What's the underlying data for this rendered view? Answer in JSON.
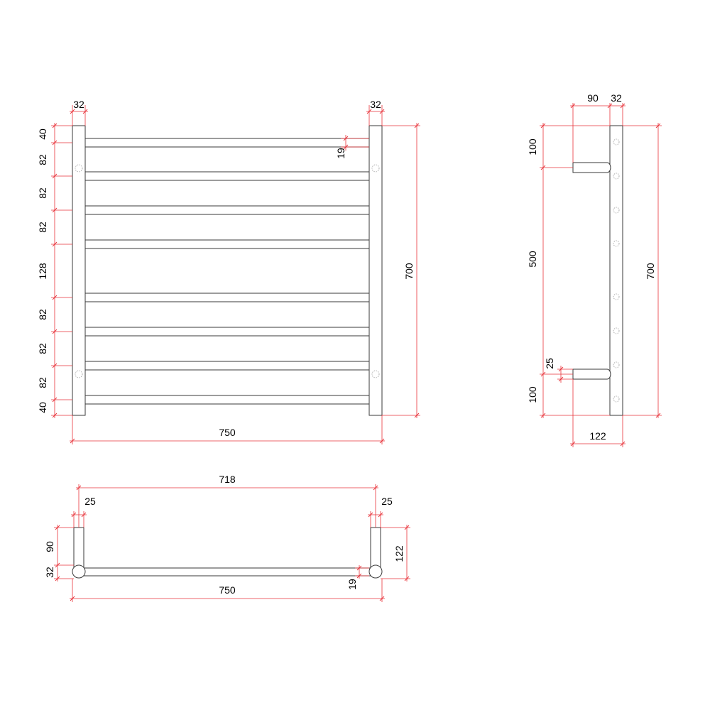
{
  "colors": {
    "object_line": "#3a3a3a",
    "dimension_line": "#e8333a",
    "text": "#000000"
  },
  "front_view": {
    "dims": {
      "left_post_width": "32",
      "right_post_width": "32",
      "rail_diameter": "19",
      "overall_width": "750",
      "overall_height": "700",
      "spacing": [
        "40",
        "82",
        "82",
        "82",
        "128",
        "82",
        "82",
        "82",
        "40"
      ]
    }
  },
  "side_view": {
    "dims": {
      "projection": "90",
      "post_width": "32",
      "top_offset": "100",
      "bracket_span": "500",
      "bottom_offset": "100",
      "bracket_diameter": "25",
      "overall_height": "700",
      "overall_depth": "122"
    }
  },
  "top_view": {
    "dims": {
      "inner_span": "718",
      "left_bracket": "25",
      "right_bracket": "25",
      "projection": "90",
      "post_depth": "32",
      "rail_diameter": "19",
      "overall_depth": "122",
      "overall_width": "750"
    }
  }
}
